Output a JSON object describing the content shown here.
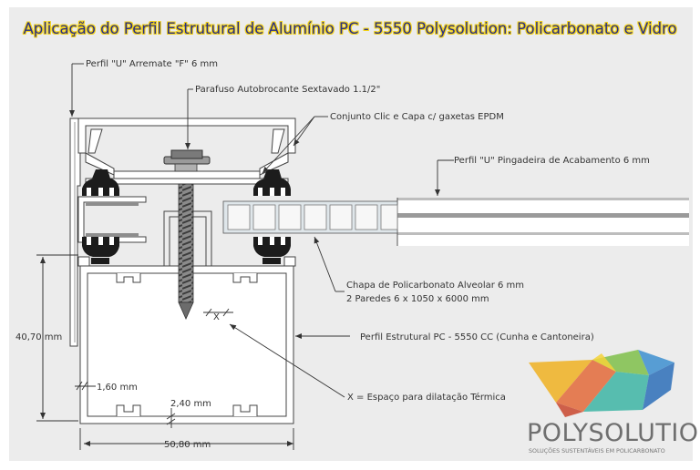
{
  "title": "Aplicação do Perfil Estrutural de Alumínio PC - 5550 Polysolution: Policarbonato e Vidro",
  "labels": {
    "perfil_u_arremate": "Perfil \"U\" Arremate \"F\" 6 mm",
    "parafuso": "Parafuso Autobrocante Sextavado 1.1/2\"",
    "conjunto_clic": "Conjunto Clic e Capa c/ gaxetas EPDM",
    "pingadeira": "Perfil \"U\" Pingadeira de Acabamento 6 mm",
    "chapa_line1": "Chapa de Policarbonato Alveolar 6 mm",
    "chapa_line2": "2 Paredes 6 x 1050 x 6000 mm",
    "perfil_estrutural": "Perfil Estrutural PC - 5550 CC (Cunha e Cantoneira)",
    "espaco_x": "X = Espaço para dilatação Térmica",
    "x_marker": "X"
  },
  "dimensions": {
    "height": "40,70 mm",
    "wall": "1,60 mm",
    "gap": "2,40 mm",
    "width": "50,80 mm"
  },
  "logo": {
    "name": "POLYSOLUTION",
    "tagline": "SOLUÇÕES SUSTENTÁVEIS EM POLICARBONATO"
  },
  "colors": {
    "title_text": "#2a2f86",
    "title_outline": "#f2d21a",
    "background": "#ececec",
    "profile_fill": "#ffffff",
    "profile_stroke": "#444444",
    "gasket": "#1c1c1c",
    "polycarbonate": "#dfe6ea"
  }
}
